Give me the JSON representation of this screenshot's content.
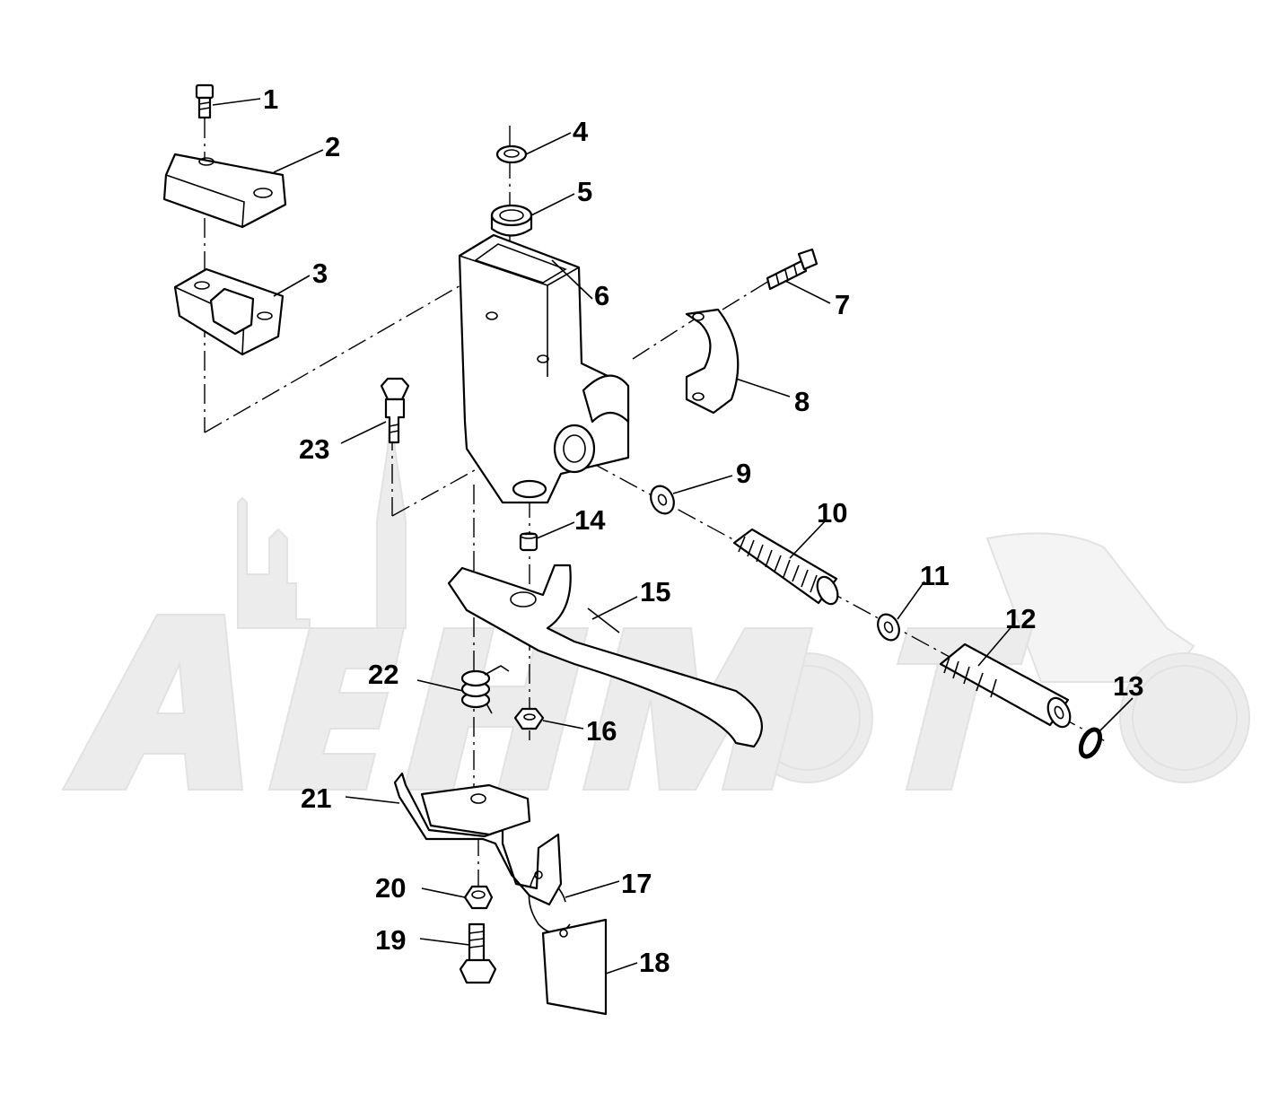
{
  "watermark": {
    "text": "AeHMoto"
  },
  "callouts": [
    {
      "id": "1",
      "label": "1"
    },
    {
      "id": "2",
      "label": "2"
    },
    {
      "id": "3",
      "label": "3"
    },
    {
      "id": "4",
      "label": "4"
    },
    {
      "id": "5",
      "label": "5"
    },
    {
      "id": "6",
      "label": "6"
    },
    {
      "id": "7",
      "label": "7"
    },
    {
      "id": "8",
      "label": "8"
    },
    {
      "id": "9",
      "label": "9"
    },
    {
      "id": "10",
      "label": "10"
    },
    {
      "id": "11",
      "label": "11"
    },
    {
      "id": "12",
      "label": "12"
    },
    {
      "id": "13",
      "label": "13"
    },
    {
      "id": "14",
      "label": "14"
    },
    {
      "id": "15",
      "label": "15"
    },
    {
      "id": "16",
      "label": "16"
    },
    {
      "id": "17",
      "label": "17"
    },
    {
      "id": "18",
      "label": "18"
    },
    {
      "id": "19",
      "label": "19"
    },
    {
      "id": "20",
      "label": "20"
    },
    {
      "id": "21",
      "label": "21"
    },
    {
      "id": "22",
      "label": "22"
    },
    {
      "id": "23",
      "label": "23"
    }
  ]
}
